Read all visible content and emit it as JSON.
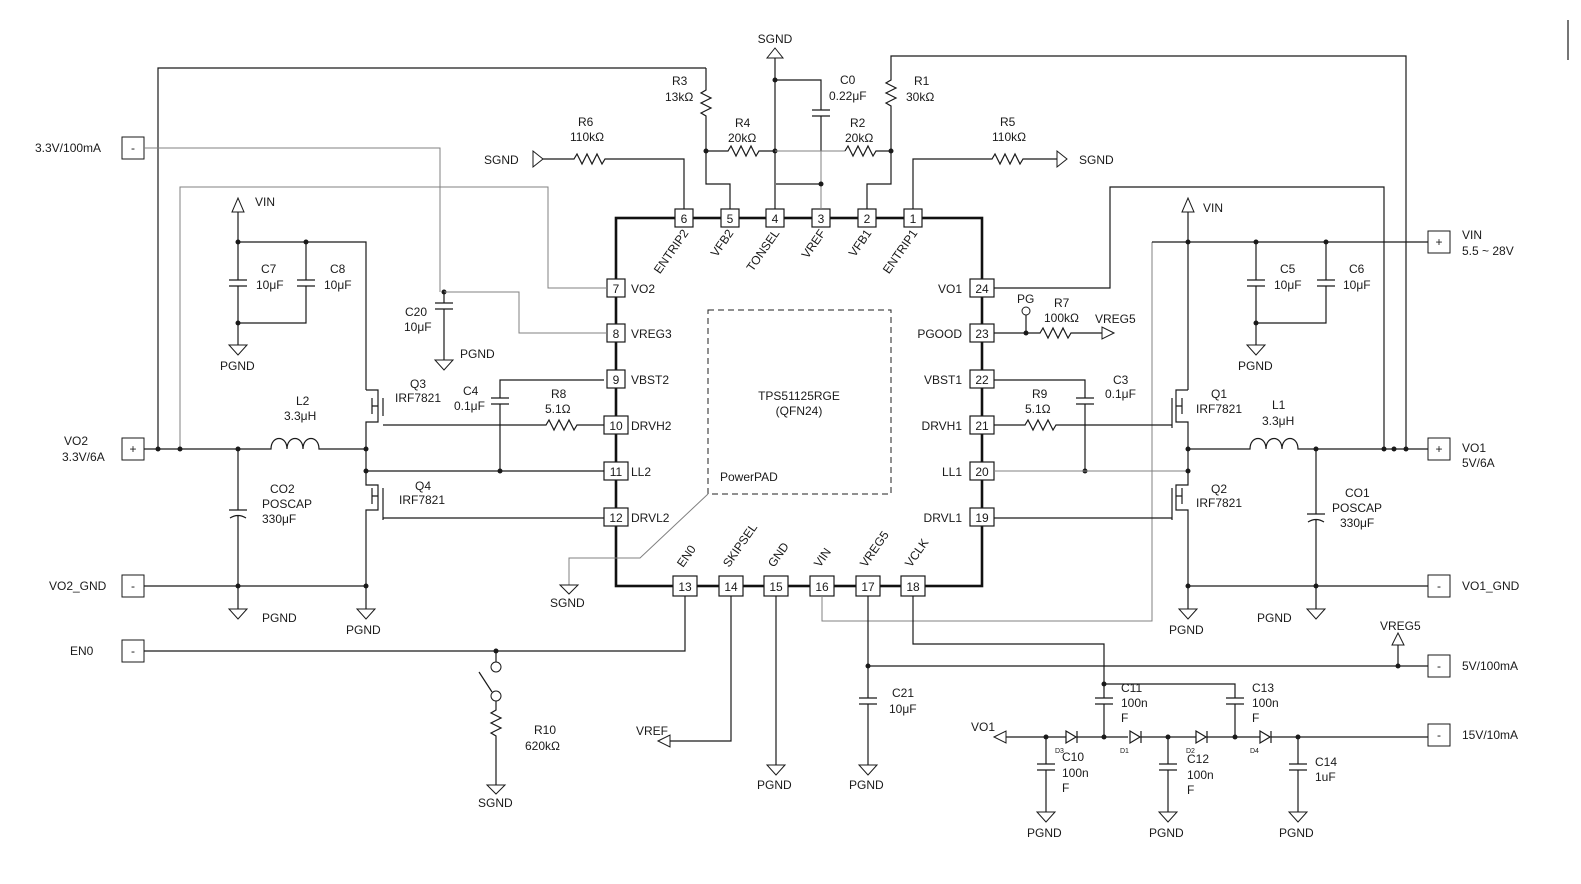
{
  "ic": {
    "part": "TPS51125RGE",
    "package": "(QFN24)",
    "powerpad": "PowerPAD"
  },
  "pins": [
    {
      "n": "1",
      "name": "ENTRIP1"
    },
    {
      "n": "2",
      "name": "VFB1"
    },
    {
      "n": "3",
      "name": "VREF"
    },
    {
      "n": "4",
      "name": "TONSEL"
    },
    {
      "n": "5",
      "name": "VFB2"
    },
    {
      "n": "6",
      "name": "ENTRIP2"
    },
    {
      "n": "7",
      "name": "VO2"
    },
    {
      "n": "8",
      "name": "VREG3"
    },
    {
      "n": "9",
      "name": "VBST2"
    },
    {
      "n": "10",
      "name": "DRVH2"
    },
    {
      "n": "11",
      "name": "LL2"
    },
    {
      "n": "12",
      "name": "DRVL2"
    },
    {
      "n": "13",
      "name": "EN0"
    },
    {
      "n": "14",
      "name": "SKIPSEL"
    },
    {
      "n": "15",
      "name": "GND"
    },
    {
      "n": "16",
      "name": "VIN"
    },
    {
      "n": "17",
      "name": "VREG5"
    },
    {
      "n": "18",
      "name": "VCLK"
    },
    {
      "n": "19",
      "name": "DRVL1"
    },
    {
      "n": "20",
      "name": "LL1"
    },
    {
      "n": "21",
      "name": "DRVH1"
    },
    {
      "n": "22",
      "name": "VBST1"
    },
    {
      "n": "23",
      "name": "PGOOD"
    },
    {
      "n": "24",
      "name": "VO1"
    }
  ],
  "components": {
    "R1": {
      "ref": "R1",
      "value": "30kΩ"
    },
    "R2": {
      "ref": "R2",
      "value": "20kΩ"
    },
    "R3": {
      "ref": "R3",
      "value": "13kΩ"
    },
    "R4": {
      "ref": "R4",
      "value": "20kΩ"
    },
    "R5": {
      "ref": "R5",
      "value": "110kΩ"
    },
    "R6": {
      "ref": "R6",
      "value": "110kΩ"
    },
    "R7": {
      "ref": "R7",
      "value": "100kΩ"
    },
    "R8": {
      "ref": "R8",
      "value": "5.1Ω"
    },
    "R9": {
      "ref": "R9",
      "value": "5.1Ω"
    },
    "R10": {
      "ref": "R10",
      "value": "620kΩ"
    },
    "C0": {
      "ref": "C0",
      "value": "0.22μF"
    },
    "C3": {
      "ref": "C3",
      "value": "0.1μF"
    },
    "C4": {
      "ref": "C4",
      "value": "0.1μF"
    },
    "C5": {
      "ref": "C5",
      "value": "10μF"
    },
    "C6": {
      "ref": "C6",
      "value": "10μF"
    },
    "C7": {
      "ref": "C7",
      "value": "10μF"
    },
    "C8": {
      "ref": "C8",
      "value": "10μF"
    },
    "C20": {
      "ref": "C20",
      "value": "10μF"
    },
    "C21": {
      "ref": "C21",
      "value": "10μF"
    },
    "C10": {
      "ref": "C10",
      "value": "100n",
      "suffix": "F"
    },
    "C11": {
      "ref": "C11",
      "value": "100n",
      "suffix": "F"
    },
    "C12": {
      "ref": "C12",
      "value": "100n",
      "suffix": "F"
    },
    "C13": {
      "ref": "C13",
      "value": "100n",
      "suffix": "F"
    },
    "C14": {
      "ref": "C14",
      "value": "1uF"
    },
    "CO1": {
      "ref": "CO1",
      "type": "POSCAP",
      "value": "330μF"
    },
    "CO2": {
      "ref": "CO2",
      "type": "POSCAP",
      "value": "330μF"
    },
    "L1": {
      "ref": "L1",
      "value": "3.3μH"
    },
    "L2": {
      "ref": "L2",
      "value": "3.3μH"
    },
    "Q1": {
      "ref": "Q1",
      "part": "IRF7821"
    },
    "Q2": {
      "ref": "Q2",
      "part": "IRF7821"
    },
    "Q3": {
      "ref": "Q3",
      "part": "IRF7821"
    },
    "Q4": {
      "ref": "Q4",
      "part": "IRF7821"
    },
    "D1": "D1",
    "D2": "D2",
    "D3": "D3",
    "D4": "D4"
  },
  "terminals": {
    "t33": {
      "label": "3.3V/100mA",
      "sign": "-"
    },
    "vo2": {
      "label1": "VO2",
      "label2": "3.3V/6A",
      "sign": "+"
    },
    "vo2gnd": {
      "label": "VO2_GND",
      "sign": "-"
    },
    "en0": {
      "label": "EN0",
      "sign": "-"
    },
    "vin": {
      "label1": "VIN",
      "label2": "5.5 ~ 28V",
      "sign": "+"
    },
    "vo1": {
      "label1": "VO1",
      "label2": "5V/6A",
      "sign": "+"
    },
    "vo1gnd": {
      "label": "VO1_GND",
      "sign": "-"
    },
    "t5v": {
      "label": "5V/100mA",
      "sign": "-"
    },
    "t15v": {
      "label": "15V/10mA",
      "sign": "-"
    }
  },
  "nets": {
    "sgnd": "SGND",
    "pgnd": "PGND",
    "vin": "VIN",
    "vref": "VREF",
    "vreg5": "VREG5",
    "pg": "PG",
    "vo1": "VO1"
  }
}
